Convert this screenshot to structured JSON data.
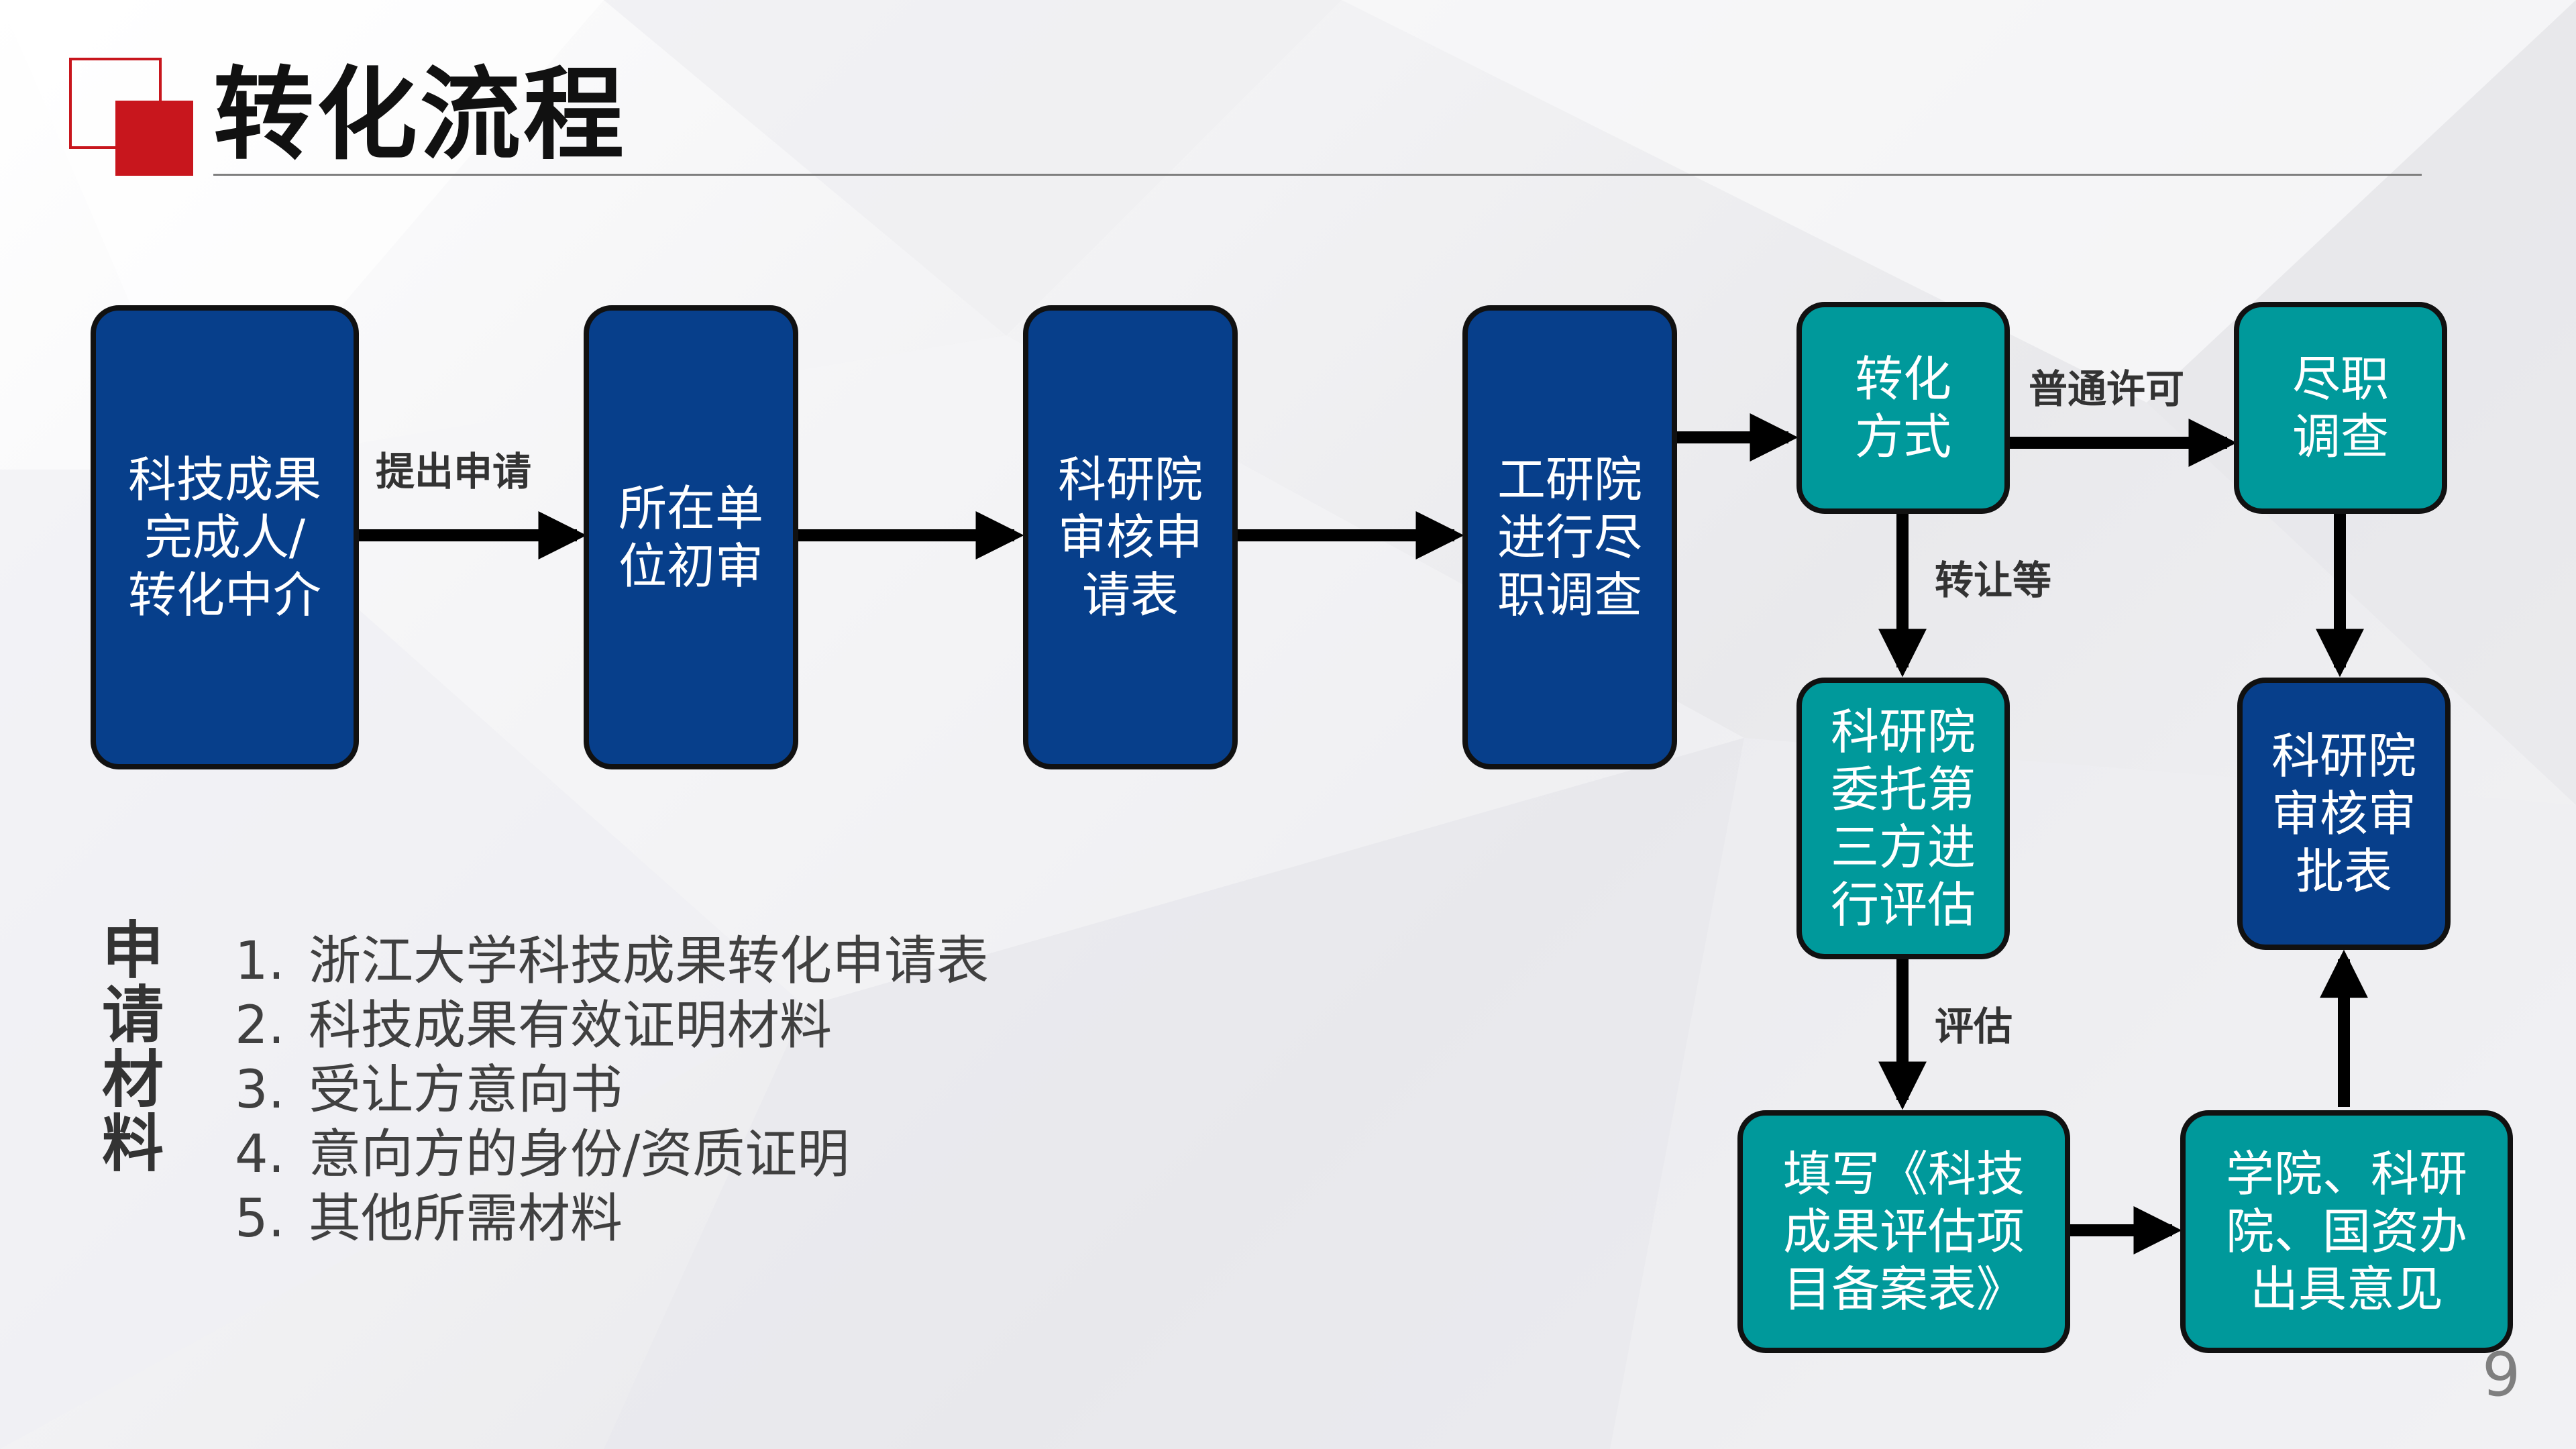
{
  "slide": {
    "title": "转化流程",
    "page_number": "9"
  },
  "flow": {
    "nodes": {
      "applicant": "科技成果\n完成人/\n转化中介",
      "unit_review": "所在单\n位初审",
      "research_review": "科研院\n审核申\n请表",
      "industry_diligence": "工研院\n进行尽\n职调查",
      "transfer_mode": "转化\n方式",
      "due_diligence": "尽职\n调查",
      "third_party_eval": "科研院\n委托第\n三方进\n行评估",
      "approval_form": "科研院\n审核审\n批表",
      "fill_form": "填写《科技\n成果评估项\n目备案表》",
      "opinions": "学院、科研\n院、国资办\n出具意见"
    },
    "edge_labels": {
      "submit": "提出申请",
      "general_license": "普通许可",
      "transfer": "转让等",
      "evaluate": "评估"
    },
    "colors": {
      "blue": "#073f8b",
      "teal": "#00999b",
      "accent": "#c8161d"
    }
  },
  "materials": {
    "heading": [
      "申",
      "请",
      "材",
      "料"
    ],
    "items": [
      {
        "num": "1.",
        "text": "浙江大学科技成果转化申请表"
      },
      {
        "num": "2.",
        "text": "科技成果有效证明材料"
      },
      {
        "num": "3.",
        "text": "受让方意向书"
      },
      {
        "num": "4.",
        "text": "意向方的身份/资质证明"
      },
      {
        "num": "5.",
        "text": "其他所需材料"
      }
    ]
  }
}
